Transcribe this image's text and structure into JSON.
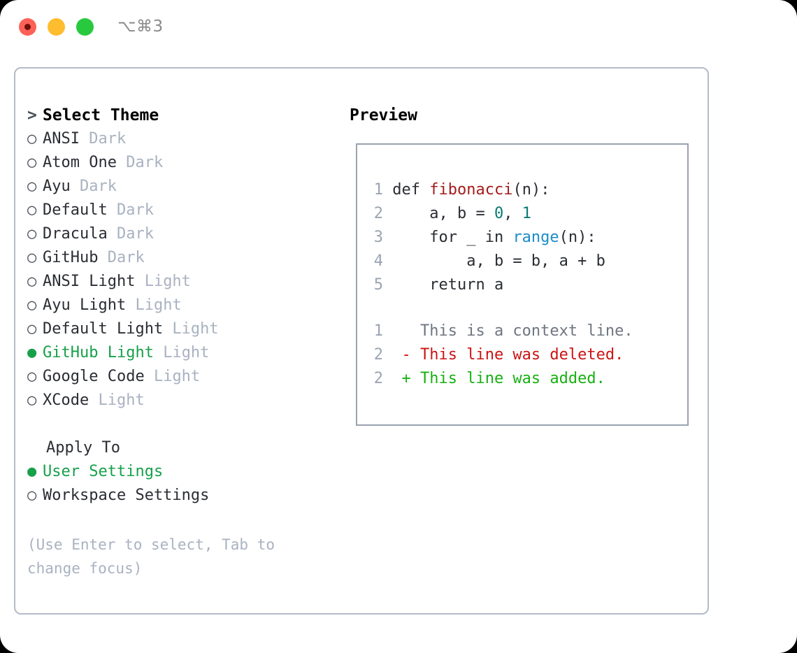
{
  "titlebar": {
    "lights": [
      {
        "name": "close",
        "color": "#fd6157",
        "focused": true
      },
      {
        "name": "minimize",
        "color": "#febd2e",
        "focused": false
      },
      {
        "name": "maximize",
        "color": "#28c93f",
        "focused": false
      }
    ],
    "shortcut": "⌥⌘3"
  },
  "left": {
    "header": {
      "prefix": ">",
      "label": "Select Theme"
    },
    "themes": [
      {
        "bullet": "○",
        "name": "ANSI",
        "variant": "Dark",
        "selected": false
      },
      {
        "bullet": "○",
        "name": "Atom One",
        "variant": "Dark",
        "selected": false
      },
      {
        "bullet": "○",
        "name": "Ayu",
        "variant": "Dark",
        "selected": false
      },
      {
        "bullet": "○",
        "name": "Default",
        "variant": "Dark",
        "selected": false
      },
      {
        "bullet": "○",
        "name": "Dracula",
        "variant": "Dark",
        "selected": false
      },
      {
        "bullet": "○",
        "name": "GitHub",
        "variant": "Dark",
        "selected": false
      },
      {
        "bullet": "○",
        "name": "ANSI Light",
        "variant": "Light",
        "selected": false
      },
      {
        "bullet": "○",
        "name": "Ayu Light",
        "variant": "Light",
        "selected": false
      },
      {
        "bullet": "○",
        "name": "Default Light",
        "variant": "Light",
        "selected": false
      },
      {
        "bullet": "●",
        "name": "GitHub Light",
        "variant": "Light",
        "selected": true
      },
      {
        "bullet": "○",
        "name": "Google Code",
        "variant": "Light",
        "selected": false
      },
      {
        "bullet": "○",
        "name": "XCode",
        "variant": "Light",
        "selected": false
      }
    ],
    "apply_to": {
      "label": "Apply To",
      "options": [
        {
          "bullet": "●",
          "name": "User Settings",
          "selected": true
        },
        {
          "bullet": "○",
          "name": "Workspace Settings",
          "selected": false
        }
      ]
    },
    "hint": "(Use Enter to select, Tab to change focus)"
  },
  "right": {
    "title": "Preview",
    "code_lines": [
      {
        "num": "1",
        "tokens": [
          {
            "t": "def ",
            "c": "plain"
          },
          {
            "t": "fibonacci",
            "c": "fn"
          },
          {
            "t": "(n):",
            "c": "plain"
          }
        ]
      },
      {
        "num": "2",
        "tokens": [
          {
            "t": "    a, b = ",
            "c": "plain"
          },
          {
            "t": "0",
            "c": "num"
          },
          {
            "t": ", ",
            "c": "plain"
          },
          {
            "t": "1",
            "c": "num"
          }
        ]
      },
      {
        "num": "3",
        "tokens": [
          {
            "t": "    for _ in ",
            "c": "plain"
          },
          {
            "t": "range",
            "c": "call"
          },
          {
            "t": "(n):",
            "c": "plain"
          }
        ]
      },
      {
        "num": "4",
        "tokens": [
          {
            "t": "        a, b = b, a + b",
            "c": "plain"
          }
        ]
      },
      {
        "num": "5",
        "tokens": [
          {
            "t": "    return a",
            "c": "plain"
          }
        ]
      }
    ],
    "diff_lines": [
      {
        "num": "1",
        "marker": " ",
        "text": "This is a context line.",
        "kind": "ctx"
      },
      {
        "num": "2",
        "marker": "-",
        "text": "This line was deleted.",
        "kind": "del"
      },
      {
        "num": "2",
        "marker": "+",
        "text": "This line was added.",
        "kind": "add"
      }
    ]
  },
  "colors": {
    "accent_green": "#17a04a",
    "muted": "#a9b2c1",
    "diff_add": "#17b112",
    "diff_del": "#cc1414",
    "code_fn": "#a41c1c",
    "code_num": "#0c7b72",
    "code_call": "#1a8cc9"
  }
}
